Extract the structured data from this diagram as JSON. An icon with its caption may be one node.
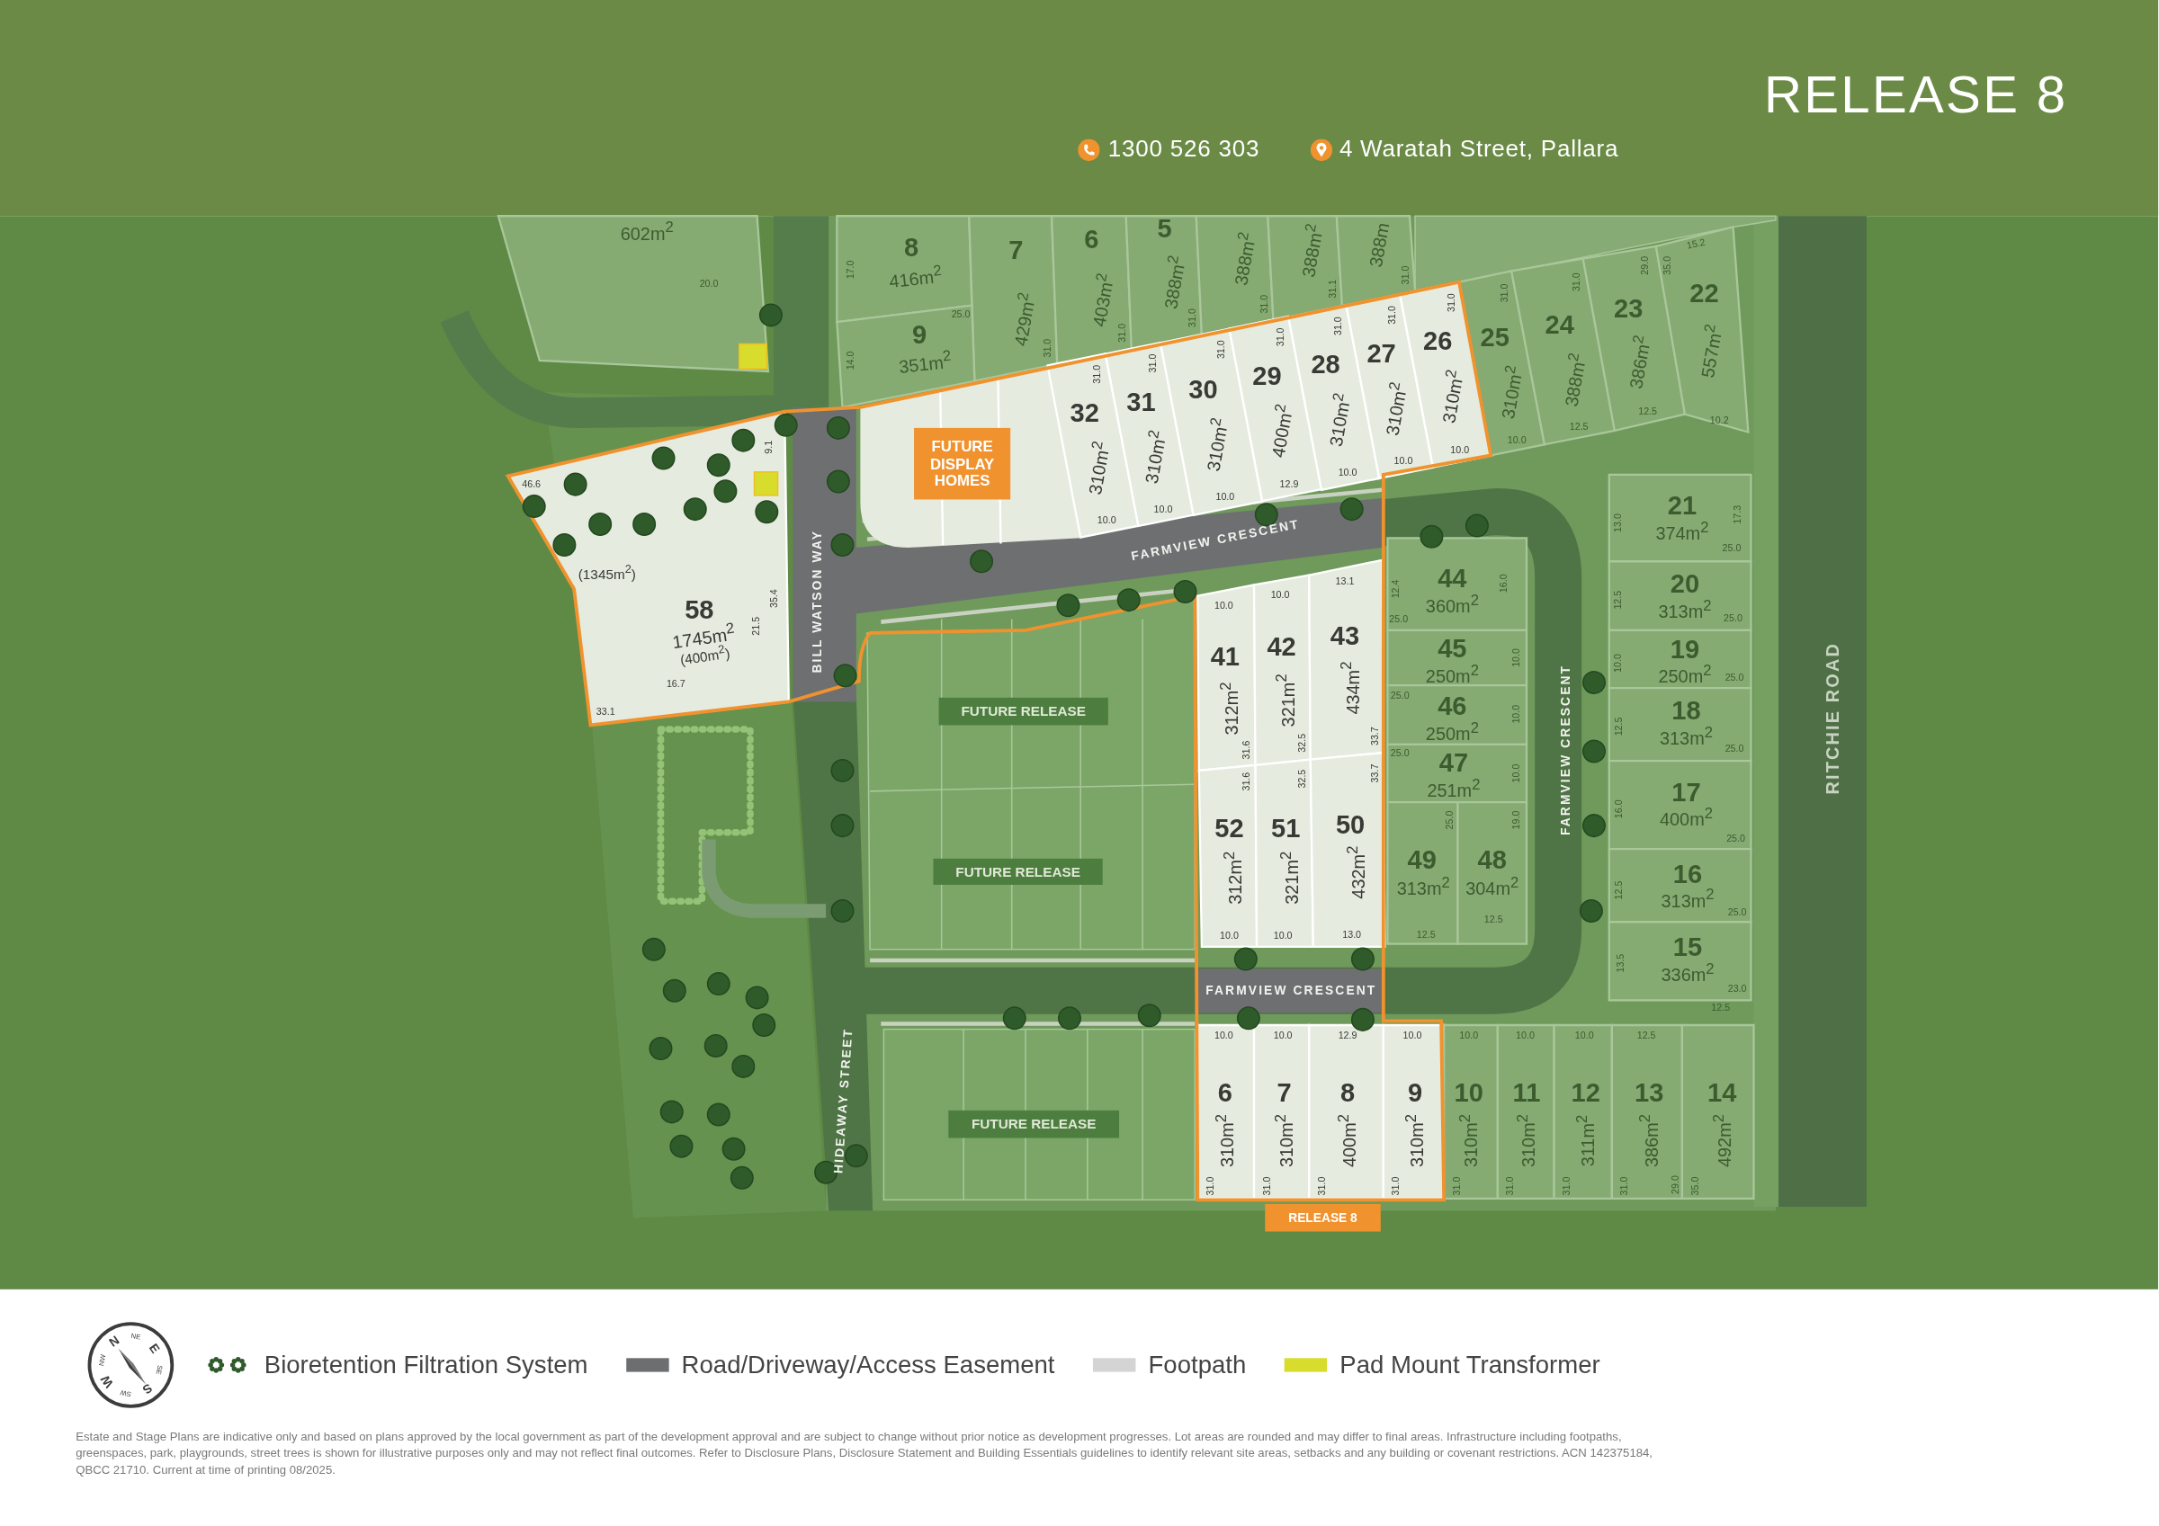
{
  "diagram": {
    "title": "RELEASE 8",
    "nodes": [
      {
        "text": [
          "602m$^{2}$",
          "20.0"
        ]
      },
      {
        "text": [
          "8",
          "416m$^{2}$",
          "17.0"
        ]
      },
      {
        "text": [
          "7",
          "429m$^{2}$",
          "31.0"
        ]
      },
      {
        "text": [
          "6",
          "403m$^{2}$",
          "31.0"
        ]
      },
      {
        "text": [
          "5",
          "388m$^{2}$",
          "31.0"
        ]
      },
      {
        "text": [
          "388m$^{2}$",
          "31.0"
        ]
      },
      {
        "text": [
          "388m$^{2}$",
          "31.1"
        ]
      },
      {
        "text": [
          "388m",
          "31.0"
        ]
      },
      {
        "text": [
          "9",
          "351m$^{2}$",
          "14.0",
          "25.0"
        ]
      },
      {
        "text": [
          "32",
          "310m$^{2}$",
          "31.0",
          "10.0"
        ]
      },
      {
        "text": [
          "31",
          "310m$^{2}$",
          "31.0",
          "10.0"
        ]
      },
      {
        "text": [
          "30",
          "310m$^{2}$",
          "31.0",
          "10.0"
        ]
      },
      {
        "text": [
          "29",
          "400m$^{2}$",
          "31.0",
          "12.9"
        ]
      },
      {
        "text": [
          "28",
          "310m$^{2}$",
          "31.0",
          "10.0"
        ]
      },
      {
        "text": [
          "27",
          "310m$^{2}$",
          "31.0",
          "10.0"
        ]
      },
      {
        "text": [
          "26",
          "310m$^{2}$",
          "31.0",
          "10.0"
        ]
      },
      {
        "text": [
          "25",
          "310m$^{2}$",
          "31.0",
          "10.0"
        ]
      },
      {
        "text": [
          "24",
          "388m$^{2}$",
          "31.0",
          "12.5"
        ]
      },
      {
        "text": [
          "23",
          "386m$^{2}$",
          "29.0",
          "12.5"
        ]
      },
      {
        "text": [
          "22",
          "557m$^{2}$",
          "35.0",
          "15.2",
          "10.2"
        ]
      },
      {
        "text": [
          "FUTURE DISPLAY HOMES"
        ]
      },
      {
        "text": [
          "46.6",
          "9.1",
          "(1345m$^{2}$)",
          "58",
          "1745m$^{2}$",
          "(400m$^{2}$)",
          "21.5",
          "35.4",
          "16.7",
          "33.1"
        ]
      },
      {
        "text": [
          "21",
          "374m$^{2}$",
          "13.0",
          "17.3",
          "25.0"
        ]
      },
      {
        "text": [
          "44",
          "360m$^{2}$",
          "12.4",
          "25.0",
          "16.0"
        ]
      },
      {
        "text": [
          "10.0",
          "41",
          "312m$^{2}$",
          "31.6"
        ]
      },
      {
        "text": [
          "10.0",
          "42",
          "321m$^{2}$",
          "32.5"
        ]
      },
      {
        "text": [
          "13.1",
          "43",
          "434m$^{2}$",
          "33.7"
        ]
      },
      {
        "text": [
          "20",
          "313m$^{2}$",
          "12.5",
          "25.0"
        ]
      },
      {
        "text": [
          "45",
          "250m$^{2}$",
          "10.0"
        ]
      },
      {
        "text": [
          "19",
          "250m$^{2}$",
          "10.0",
          "25.0"
        ]
      },
      {
        "text": [
          "46",
          "250m$^{2}$",
          "25.0",
          "10.0"
        ]
      },
      {
        "text": [
          "18",
          "313m$^{2}$",
          "12.5",
          "25.0"
        ]
      },
      {
        "text": [
          "47",
          "251m$^{2}$",
          "25.0",
          "10.0"
        ]
      },
      {
        "text": [
          "FUTURE RELEASE"
        ]
      },
      {
        "text": [
          "52",
          "312m$^{2}$",
          "31.6",
          "10.0"
        ]
      },
      {
        "text": [
          "51",
          "321m$^{2}$",
          "32.5",
          "10.0"
        ]
      },
      {
        "text": [
          "50",
          "432m$^{2}$",
          "33.7",
          "13.0"
        ]
      },
      {
        "text": [
          "49",
          "313m$^{2}$",
          "25.0",
          "12.5"
        ]
      },
      {
        "text": [
          "48",
          "304m$^{2}$",
          "19.0",
          "12.5"
        ]
      },
      {
        "text": [
          "17",
          "400m$^{2}$",
          "16.0",
          "25.0"
        ]
      },
      {
        "text": [
          "FUTURE RELEASE"
        ]
      },
      {
        "text": [
          "16",
          "313m$^{2}$",
          "12.5",
          "25.0"
        ]
      },
      {
        "text": [
          "15",
          "336m$^{2}$",
          "13.5",
          "23.0",
          "12.5"
        ]
      },
      {
        "text": [
          "10.0",
          "6",
          "310m$^{2}$",
          "31.0"
        ]
      },
      {
        "text": [
          "10.0",
          "7",
          "310m$^{2}$",
          "31.0"
        ]
      },
      {
        "text": [
          "12.9",
          "8",
          "400m$^{2}$",
          "31.0"
        ]
      },
      {
        "text": [
          "10.0",
          "9",
          "310m$^{2}$",
          "31.0"
        ]
      },
      {
        "text": [
          "10.0",
          "10",
          "310m$^{2}$",
          "31.0"
        ]
      },
      {
        "text": [
          "10.0",
          "11",
          "310m$^{2}$",
          "31.0"
        ]
      },
      {
        "text": [
          "10.0",
          "12",
          "311m$^{2}$",
          "31.0"
        ]
      },
      {
        "text": [
          "12.5",
          "13",
          "386m$^{2}$",
          "31.0",
          "29.0"
        ]
      },
      {
        "text": [
          "14",
          "492m$^{2}$",
          "35.0"
        ]
      },
      {
        "text": [
          "FUTURE RELEASE"
        ]
      },
      {
        "text": [
          "RELEASE 8"
        ]
      }
    ],
    "labels": [
      "1300 526 303",
      "4 Waratah Street, Pallara",
      "BILL WATSON WAY",
      "FARMVIEW CRESCENT",
      "FARMVIEW CRESCENT",
      "RITCHIE ROAD",
      "FARMVIEW CRESCENT",
      "HIDEAWAY STREET",
      "N",
      "NE",
      "E",
      "SE",
      "S",
      "SW",
      "W",
      "NW",
      "Estate and Stage Plans are indicative only and based on plans approved by the local government as part of the development approval and are subject to change without prior notice as development progresses. Lot areas are rounded and may differ to final areas. Infrastructure including footpaths, greenspaces, park, playgrounds, street trees is shown for illustrative purposes only and may not reflect final outcomes. Refer to Disclosure Plans, Disclosure Statement and Building Essentials guidelines to identify relevant site areas, setbacks and any building or covenant restrictions. ACN 142375184, QBCC 21710. Current at time of printing 08/2025."
    ],
    "legend": [
      {
        "text": "Bioretention Filtration System"
      },
      {
        "text": "Road/Driveway/Access Easement",
        "color": "#6d6e70"
      },
      {
        "text": "Footpath",
        "color": "#d4d4d4"
      },
      {
        "text": "Pad Mount Transformer",
        "color": "#d8dc2c"
      }
    ]
  }
}
